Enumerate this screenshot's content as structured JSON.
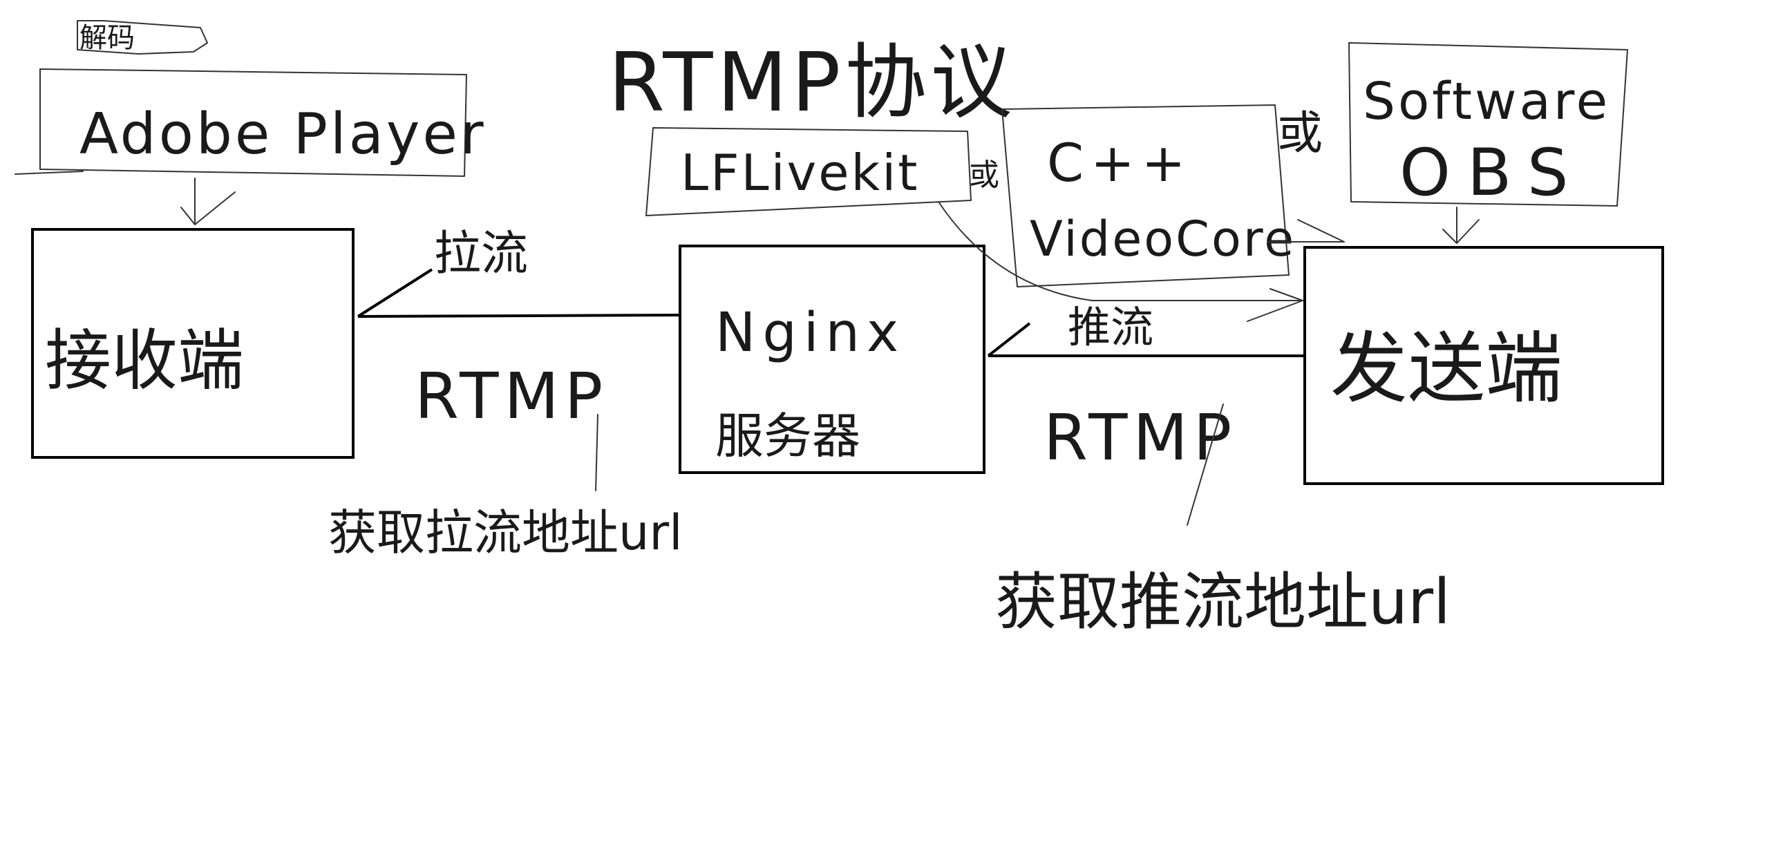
{
  "title": "RTMP协议",
  "decode_label": "解码",
  "adobe_player": "Adobe Player",
  "receiver": "接收端",
  "pull_label": "拉流",
  "pull_rtmp": "RTMP",
  "pull_url": "获取拉流地址url",
  "nginx": "Nginx",
  "server": "服务器",
  "push_label": "推流",
  "push_rtmp": "RTMP",
  "push_url": "获取推流地址url",
  "sender": "发送端",
  "lflivekit": "LFLivekit",
  "or_1": "或",
  "cpp": "C++",
  "videocore": "VideoCore",
  "or_2": "或",
  "software": "Software",
  "obs": "OBS"
}
